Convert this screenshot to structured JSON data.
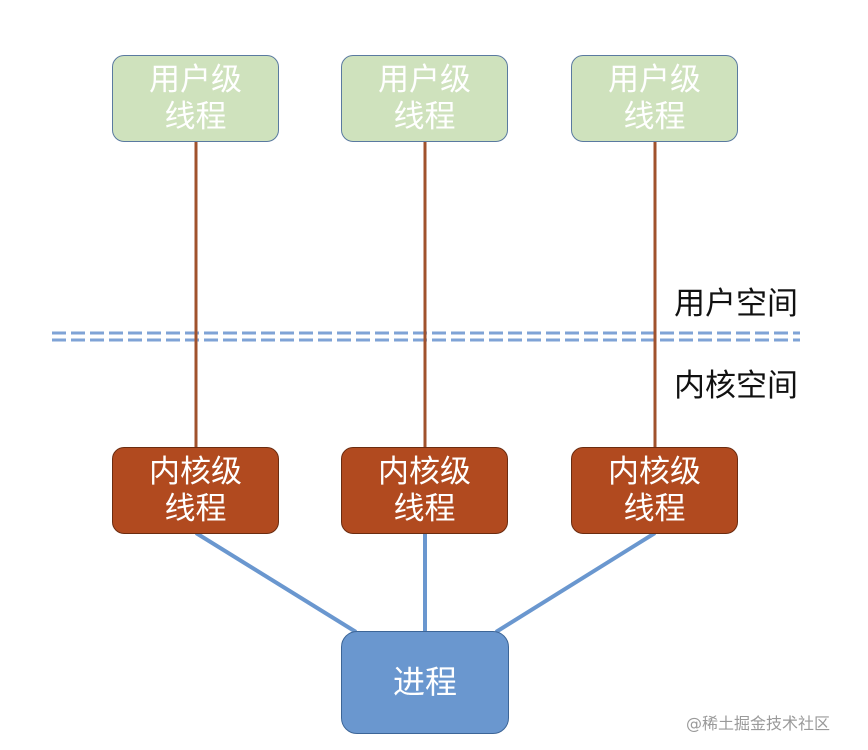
{
  "user_threads": [
    {
      "line1": "用户级",
      "line2": "线程"
    },
    {
      "line1": "用户级",
      "line2": "线程"
    },
    {
      "line1": "用户级",
      "line2": "线程"
    }
  ],
  "kernel_threads": [
    {
      "line1": "内核级",
      "line2": "线程"
    },
    {
      "line1": "内核级",
      "line2": "线程"
    },
    {
      "line1": "内核级",
      "line2": "线程"
    }
  ],
  "process": {
    "label": "进程"
  },
  "space_labels": {
    "user": "用户空间",
    "kernel": "内核空间"
  },
  "watermark": "@稀土掘金技术社区",
  "colors": {
    "user_box": "#cfe2bd",
    "kernel_box": "#b14a1f",
    "process_box": "#6a97cf",
    "user_kernel_link": "#a0522d",
    "kernel_process_link": "#6a97cf",
    "boundary_line": "#7fa3d6"
  }
}
